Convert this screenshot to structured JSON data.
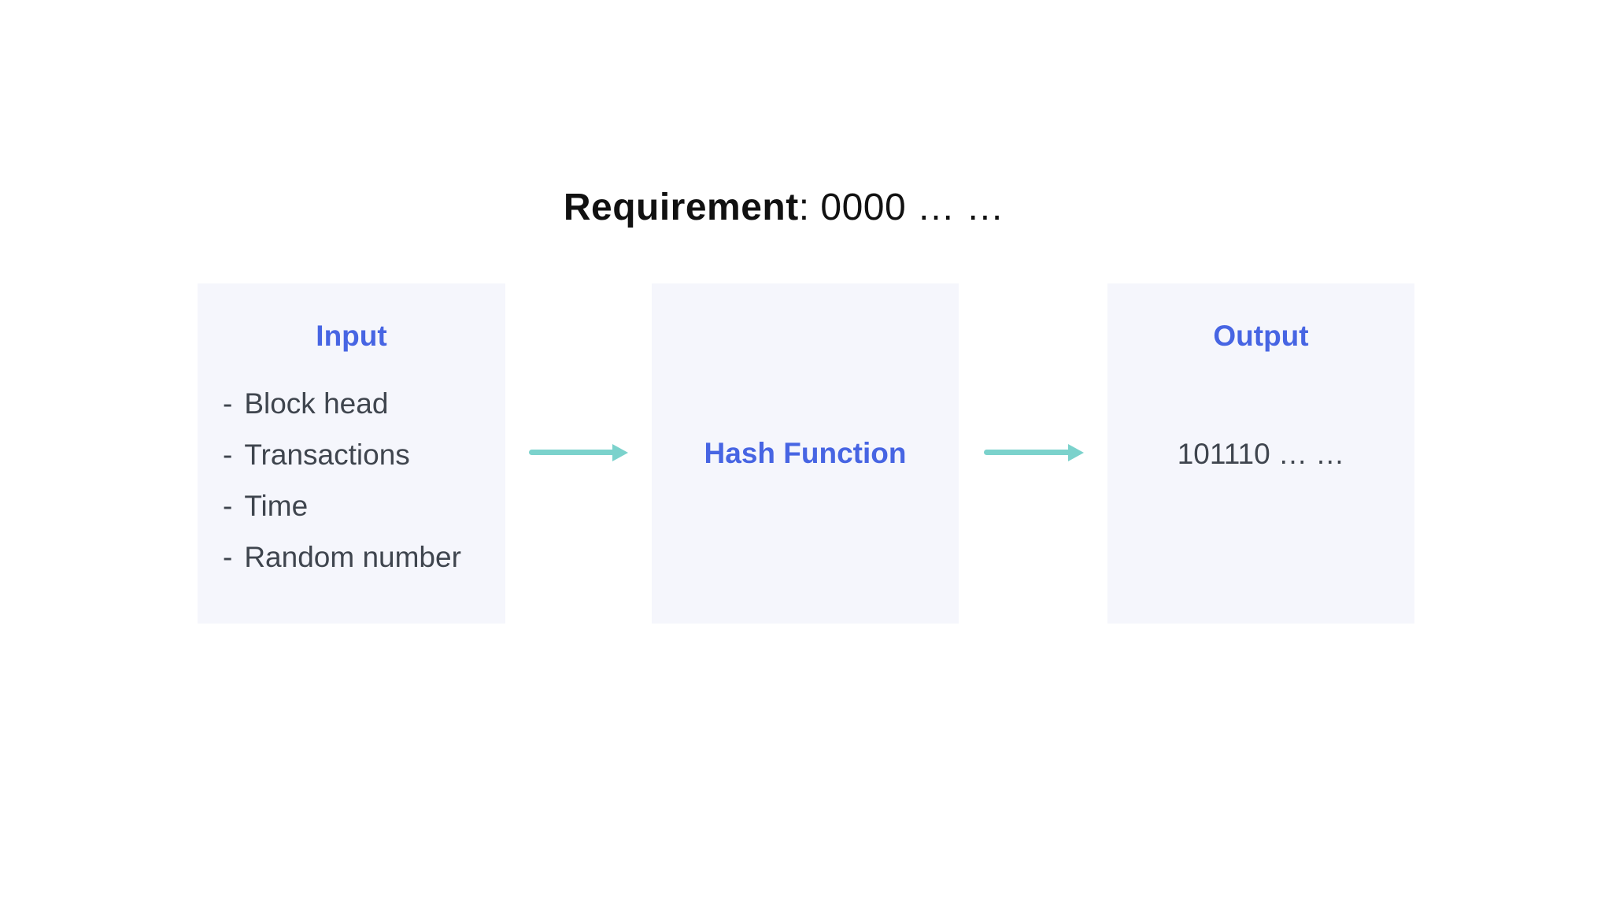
{
  "title": {
    "label": "Requirement",
    "rest": ": 0000 … …"
  },
  "flow": {
    "input_box": {
      "title": "Input",
      "bullet": "-",
      "items": [
        "Block head",
        "Transactions",
        "Time",
        "Random number"
      ]
    },
    "hash_box": {
      "title": "Hash Function"
    },
    "output_box": {
      "title": "Output",
      "value": "101110 … …"
    }
  },
  "colors": {
    "page_bg": "#ffffff",
    "box_bg": "#f5f6fc",
    "accent_blue": "#4765e3",
    "text_dark": "#3f454e",
    "arrow_teal": "#7bd2cc"
  }
}
